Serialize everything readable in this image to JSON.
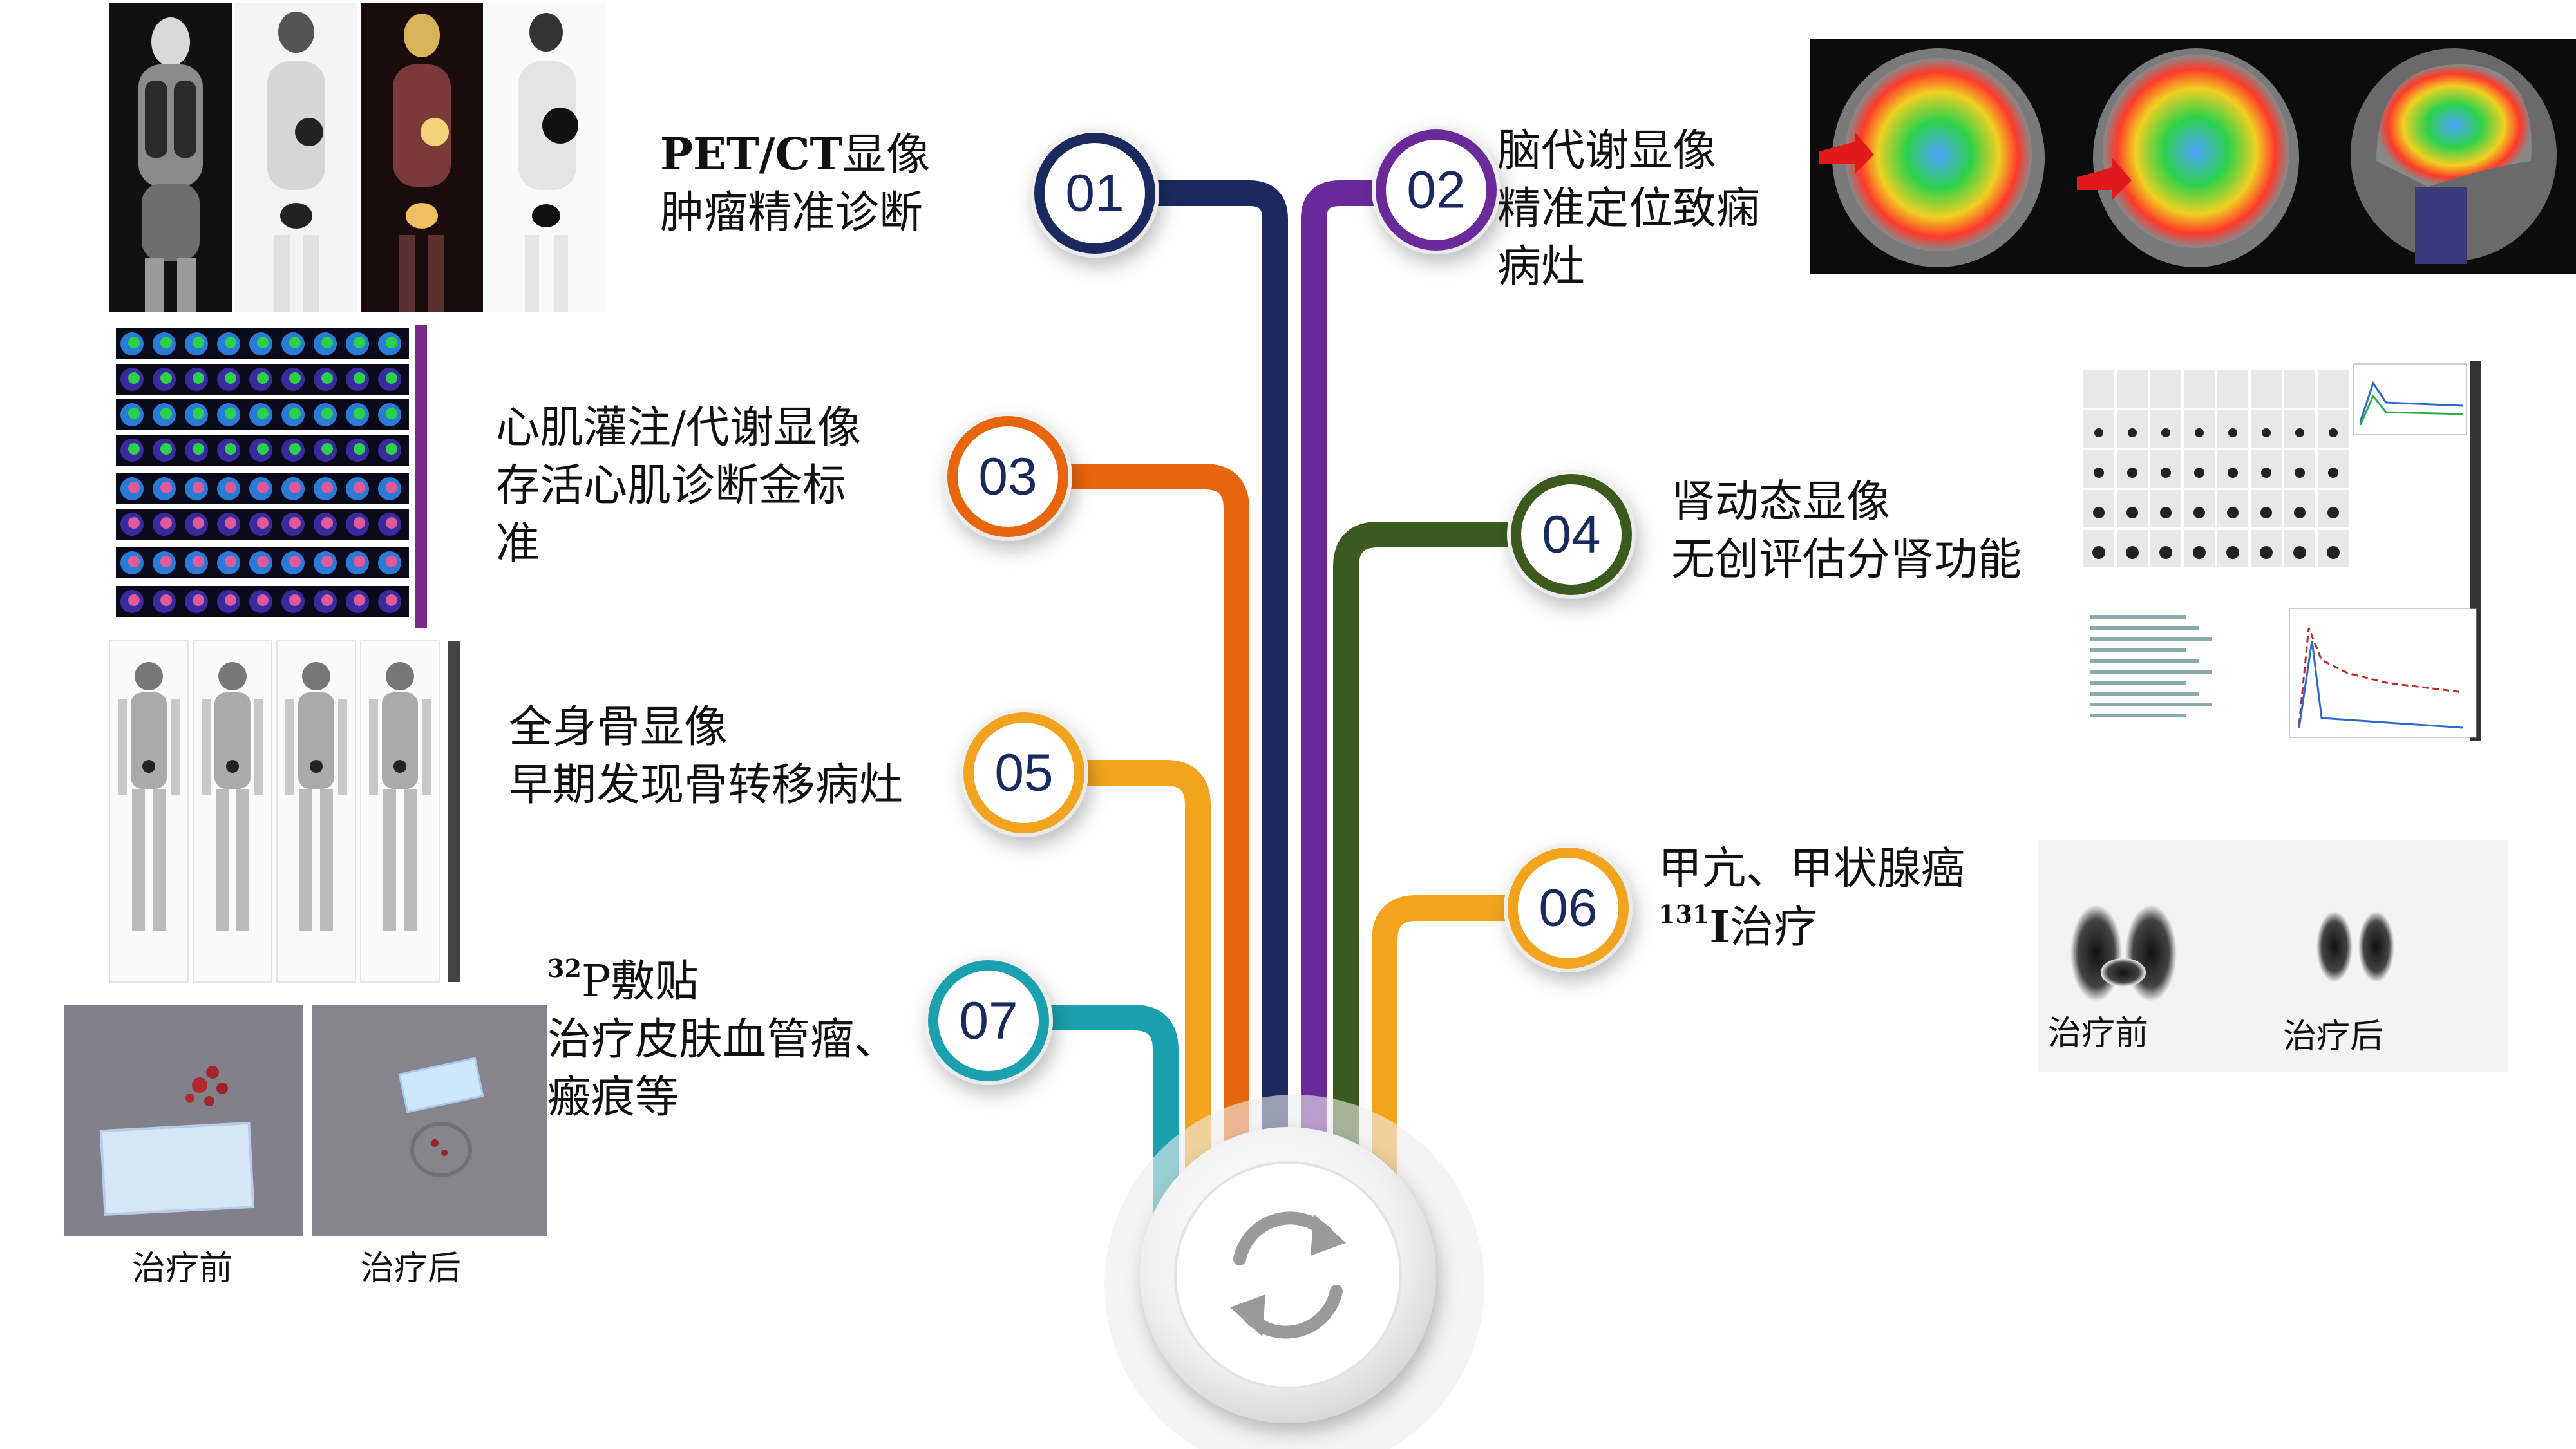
{
  "colors": {
    "n01": "#1b2a5e",
    "n02": "#6a2a9a",
    "n03": "#e8650f",
    "n04": "#3d5a1e",
    "n05": "#f2a41f",
    "n06": "#f2a41f",
    "n07": "#1aa0ae",
    "number_text": "#1b2a5e"
  },
  "hub": {
    "icon": "refresh-icon"
  },
  "nodes": [
    {
      "id": "n01",
      "num": "01"
    },
    {
      "id": "n02",
      "num": "02"
    },
    {
      "id": "n03",
      "num": "03"
    },
    {
      "id": "n04",
      "num": "04"
    },
    {
      "id": "n05",
      "num": "05"
    },
    {
      "id": "n06",
      "num": "06"
    },
    {
      "id": "n07",
      "num": "07"
    }
  ],
  "labels": {
    "n01": {
      "line1_latin": "PET/CT",
      "line1_cjk": "显像",
      "line2": "肿瘤精准诊断"
    },
    "n02": {
      "line1": "脑代谢显像",
      "line2": "精准定位致痫",
      "line3": "病灶"
    },
    "n03": {
      "line1": "心肌灌注/代谢显像",
      "line2": "存活心肌诊断金标",
      "line3": "准"
    },
    "n04": {
      "line1": "肾动态显像",
      "line2": "无创评估分肾功能"
    },
    "n05": {
      "line1": "全身骨显像",
      "line2": "早期发现骨转移病灶"
    },
    "n06": {
      "line1": "甲亢、甲状腺癌",
      "line2_sup": "131",
      "line2_elem": "I",
      "line2_text": "治疗"
    },
    "n07": {
      "line1_sup": "32",
      "line1_elem": "P",
      "line1_text": "敷贴",
      "line2": "治疗皮肤血管瘤、",
      "line3": "瘢痕等"
    }
  },
  "captions": {
    "thyroid_before": "治疗前",
    "thyroid_after": "治疗后",
    "skin_before": "治疗前",
    "skin_after": "治疗后"
  }
}
